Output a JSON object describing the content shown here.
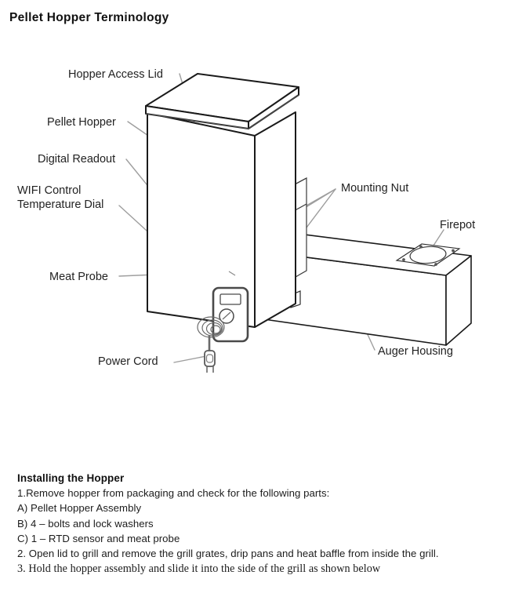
{
  "document": {
    "title": "Pellet Hopper Terminology"
  },
  "figure": {
    "name": "pellet-hopper-diagram",
    "callouts": [
      {
        "id": "hopper-access-lid",
        "label": "Hopper Access Lid"
      },
      {
        "id": "pellet-hopper",
        "label": "Pellet Hopper"
      },
      {
        "id": "digital-readout",
        "label": "Digital Readout"
      },
      {
        "id": "wifi-control",
        "label": "WIFI Control"
      },
      {
        "id": "temperature-dial",
        "label": "Temperature Dial"
      },
      {
        "id": "meat-probe",
        "label": "Meat Probe"
      },
      {
        "id": "power-cord",
        "label": "Power Cord"
      },
      {
        "id": "mounting-nut",
        "label": "Mounting Nut"
      },
      {
        "id": "firepot",
        "label": "Firepot"
      },
      {
        "id": "auger-housing",
        "label": "Auger Housing"
      }
    ],
    "colors": {
      "outline": "#1a1a1a",
      "leader": "#9a9a9a",
      "fill": "#ffffff",
      "shade": "#6f6f6f"
    }
  },
  "instructions": {
    "heading": "Installing the Hopper",
    "lines": [
      "1.Remove hopper from packaging and check for the following parts:",
      "A) Pellet Hopper Assembly",
      "B) 4 – bolts and lock washers",
      "C) 1 – RTD sensor and meat probe",
      "2. Open lid to grill and remove the grill grates, drip pans and heat baffle from inside the grill."
    ],
    "final_line": "3.  Hold the hopper assembly and slide it into the side of the grill as shown below"
  }
}
